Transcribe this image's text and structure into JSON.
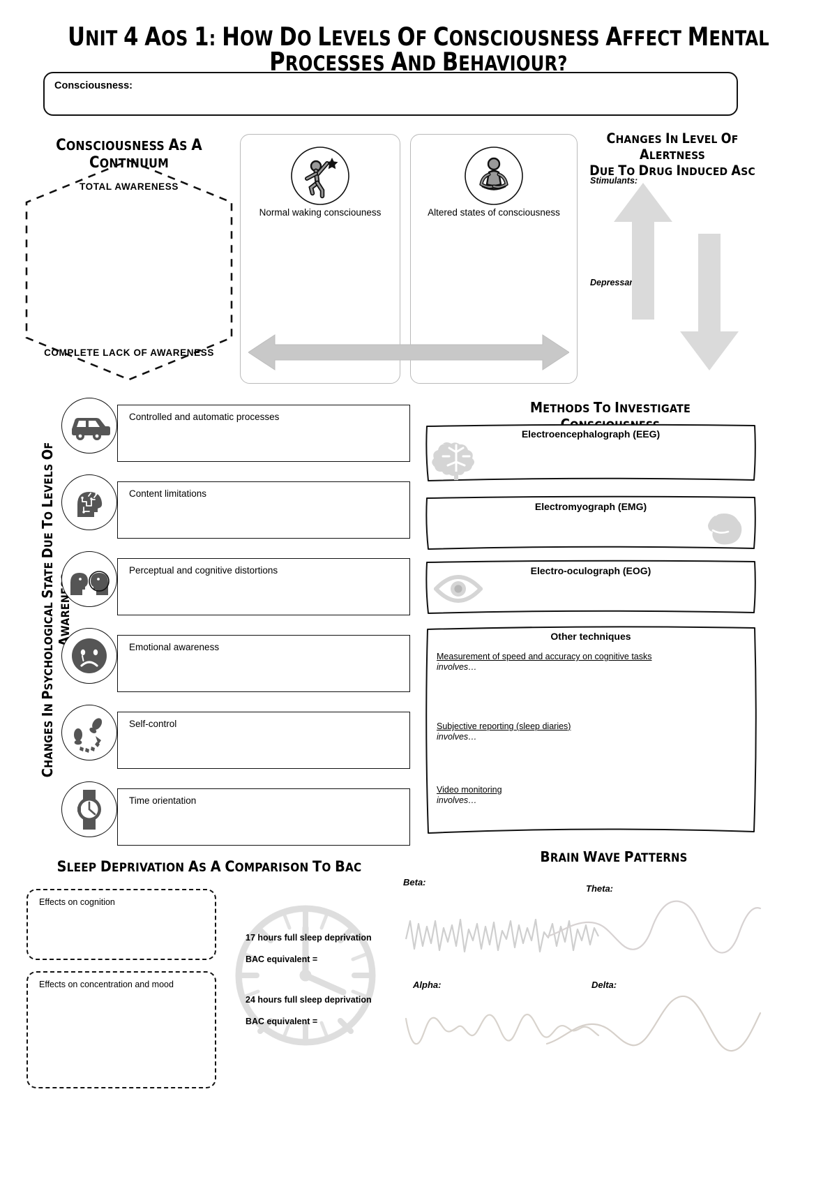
{
  "title": "Unit 4 AOS 1: How do levels of consciousness affect mental processes and behaviour?",
  "definition": {
    "label": "Consciousness:"
  },
  "continuum": {
    "heading": "Consciousness as a Continuum",
    "top_label": "TOTAL AWARENESS",
    "bottom_label": "COMPLETE LACK OF AWARENESS"
  },
  "states": {
    "normal": {
      "label": "Normal waking consciouness",
      "icon": "running-person-icon"
    },
    "altered": {
      "label": "Altered states of consciousness",
      "icon": "meditating-person-icon"
    }
  },
  "drug_asc": {
    "heading_line1": "Changes in level of alertness",
    "heading_line2": "due to Drug induced ASC",
    "stimulants_label": "Stimulants:",
    "depressants_label": "Depressants:",
    "up_arrow_icon": "arrow-up-icon",
    "down_arrow_icon": "arrow-down-icon"
  },
  "psych_changes": {
    "banner": "Changes in Psychological state due to levels of awareness",
    "items": [
      {
        "label": "Controlled and automatic processes",
        "icon": "car-icon"
      },
      {
        "label": "Content limitations",
        "icon": "head-circuit-icon"
      },
      {
        "label": "Perceptual and cognitive distortions",
        "icon": "two-faces-icon"
      },
      {
        "label": "Emotional awareness",
        "icon": "sad-face-icon"
      },
      {
        "label": "Self-control",
        "icon": "footsteps-icon"
      },
      {
        "label": "Time orientation",
        "icon": "wristwatch-icon"
      }
    ]
  },
  "methods": {
    "heading": "Methods to investigate consciousness",
    "boxes": [
      {
        "title": "Electroencephalograph (EEG)",
        "icon": "brain-icon"
      },
      {
        "title": "Electromyograph (EMG)",
        "icon": "bicep-muscle-icon"
      },
      {
        "title": "Electro-oculograph (EOG)",
        "icon": "eye-icon"
      }
    ],
    "other": {
      "title": "Other techniques",
      "items": [
        {
          "header": "Measurement of speed and accuracy on cognitive tasks",
          "involves": "involves…"
        },
        {
          "header": "Subjective reporting (sleep diaries)",
          "involves": "involves…"
        },
        {
          "header": "Video monitoring",
          "involves": "involves…"
        }
      ]
    }
  },
  "sleep_deprivation": {
    "heading": "Sleep Deprivation as a comparison to BAC",
    "boxes": [
      {
        "label": "Effects on cognition"
      },
      {
        "label": "Effects on concentration and mood"
      }
    ],
    "clock_icon": "sketch-clock-icon",
    "bac_lines": [
      "17 hours full sleep deprivation",
      "BAC equivalent =",
      "24 hours full sleep deprivation",
      "BAC equivalent ="
    ]
  },
  "brain_waves": {
    "heading": "Brain wave patterns",
    "waves": [
      {
        "label": "Beta:",
        "type": "high-frequency-low-amplitude"
      },
      {
        "label": "Theta:",
        "type": "low-frequency-high-amplitude"
      },
      {
        "label": "Alpha:",
        "type": "medium-frequency-medium-amplitude"
      },
      {
        "label": "Delta:",
        "type": "very-low-frequency-very-high-amplitude"
      }
    ]
  },
  "colors": {
    "ink": "#111111",
    "icon_dark": "#555555",
    "ghost": "#d5d5d5",
    "card_border": "#b9b9b9"
  }
}
